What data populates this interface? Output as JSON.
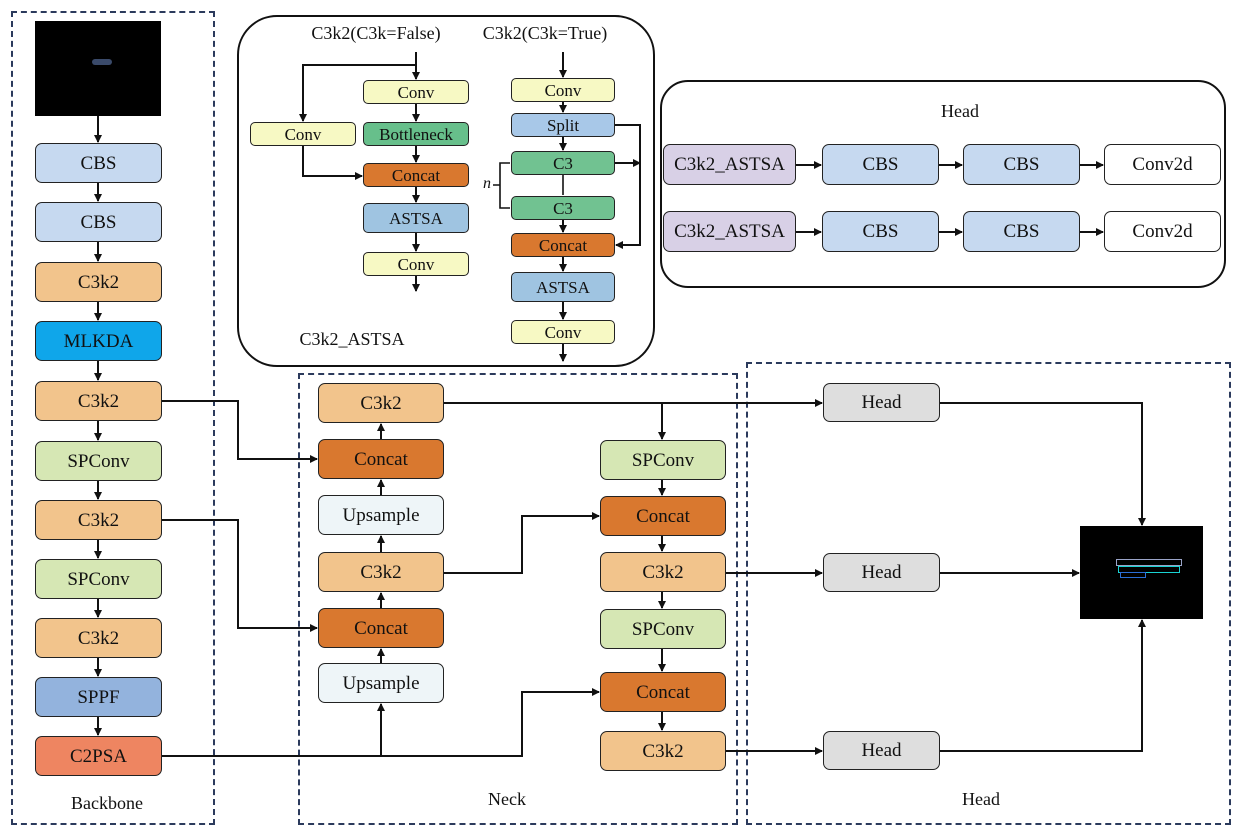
{
  "backbone": {
    "title": "Backbone",
    "blocks": [
      "CBS",
      "CBS",
      "C3k2",
      "MLKDA",
      "C3k2",
      "SPConv",
      "C3k2",
      "SPConv",
      "C3k2",
      "SPPF",
      "C2PSA"
    ]
  },
  "neck": {
    "title": "Neck",
    "left_column": [
      "C3k2",
      "Concat",
      "Upsample",
      "C3k2",
      "Concat",
      "Upsample"
    ],
    "right_column": [
      "SPConv",
      "Concat",
      "C3k2",
      "SPConv",
      "Concat",
      "C3k2"
    ]
  },
  "head_section": {
    "title": "Head",
    "heads": [
      "Head",
      "Head",
      "Head"
    ]
  },
  "c3k2_astsa": {
    "title": "C3k2_ASTSA",
    "false_branch": {
      "title": "C3k2(C3k=False)",
      "blocks": [
        "Conv",
        "Bottleneck",
        "Concat",
        "ASTSA",
        "Conv"
      ],
      "side_block": "Conv"
    },
    "true_branch": {
      "title": "C3k2(C3k=True)",
      "blocks": [
        "Conv",
        "Split",
        "C3",
        "C3",
        "Concat",
        "ASTSA",
        "Conv"
      ],
      "repeat_label": "n"
    }
  },
  "head_detail": {
    "title": "Head",
    "rows": [
      [
        "C3k2_ASTSA",
        "CBS",
        "CBS",
        "Conv2d"
      ],
      [
        "C3k2_ASTSA",
        "CBS",
        "CBS",
        "Conv2d"
      ]
    ]
  },
  "colors": {
    "cbs": "#c6d9f0",
    "c3k2": "#f2c48c",
    "mlkda": "#0fa6ea",
    "spconv": "#d6e7b4",
    "sppf": "#93b3dd",
    "c2psa": "#ee8561",
    "concat": "#d9782f",
    "upsample": "#eef5f8",
    "head": "#dedede",
    "conv": "#f7f9c4",
    "bottleneck": "#67bf8b",
    "astsa": "#9fc4e1",
    "c3": "#71c291",
    "dashed_frame": "#2b3a5c"
  }
}
